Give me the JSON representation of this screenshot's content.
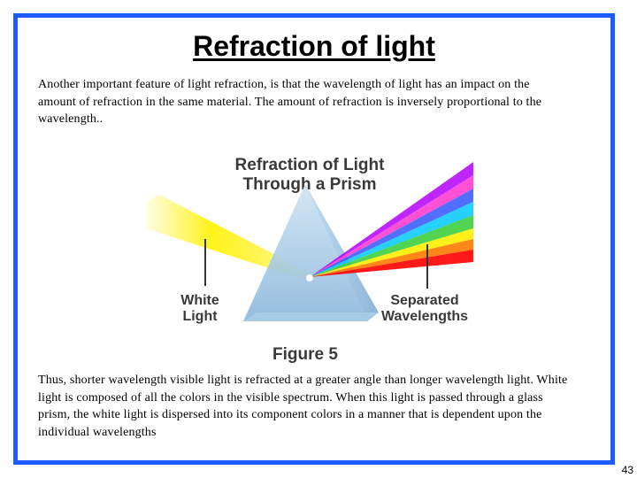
{
  "slide": {
    "title": "Refraction of light",
    "paragraph1": "Another important feature of light refraction, is that the wavelength of light has an impact on the amount of refraction in the same material. The amount of refraction is inversely proportional to the wavelength..",
    "paragraph2": "Thus, shorter wavelength visible light is refracted at a greater angle than longer wavelength light. White light is composed of all the colors in the visible spectrum. When this light is passed through a glass prism, the white light is dispersed into its component colors in a manner that is dependent upon the individual wavelengths",
    "page_number": "43"
  },
  "figure": {
    "title_line1": "Refraction of Light",
    "title_line2": "Through a Prism",
    "label_white_1": "White",
    "label_white_2": "Light",
    "label_sep_1": "Separated",
    "label_sep_2": "Wavelengths",
    "caption": "Figure 5",
    "colors": {
      "frame": "#1f5cff",
      "white_light": "#fff200",
      "prism": "#9ec6e6",
      "spectrum": [
        "#ff0000",
        "#ff7a00",
        "#ffee00",
        "#33cc33",
        "#00c8ff",
        "#3355ff",
        "#b400ff",
        "#ff33cc"
      ]
    }
  }
}
